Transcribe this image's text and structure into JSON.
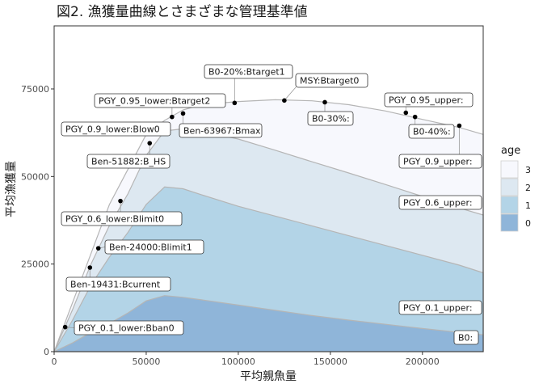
{
  "chart_data": {
    "type": "area",
    "title": "図2. 漁獲量曲線とさまざまな管理基準値",
    "xlabel": "平均親魚量",
    "ylabel": "平均漁獲量",
    "xlim": [
      0,
      233000
    ],
    "ylim": [
      0,
      93000
    ],
    "x_ticks": [
      0,
      50000,
      100000,
      150000,
      200000
    ],
    "y_ticks": [
      0,
      25000,
      50000,
      75000
    ],
    "grid": false,
    "legend": {
      "title": "age",
      "position": "right",
      "entries": [
        {
          "label": "3",
          "color": "#f7f8fd"
        },
        {
          "label": "2",
          "color": "#dde8f1"
        },
        {
          "label": "1",
          "color": "#b3d4e7"
        },
        {
          "label": "0",
          "color": "#8fb5d9"
        }
      ]
    },
    "x": [
      0,
      10000,
      20000,
      30000,
      40000,
      50000,
      60000,
      70000,
      80000,
      100000,
      120000,
      140000,
      160000,
      180000,
      200000,
      220000,
      233000
    ],
    "series": [
      {
        "name": "0",
        "color": "#8fb5d9",
        "values": [
          0,
          2500,
          5500,
          8000,
          11000,
          14500,
          16000,
          15500,
          14800,
          13300,
          11800,
          10300,
          9000,
          7800,
          6600,
          5500,
          4800
        ]
      },
      {
        "name": "1",
        "color": "#b3d4e7",
        "values": [
          0,
          9000,
          19000,
          27000,
          34000,
          42000,
          47000,
          46500,
          44800,
          41500,
          38700,
          35900,
          33100,
          30300,
          27500,
          24700,
          22500
        ]
      },
      {
        "name": "2",
        "color": "#dde8f1",
        "values": [
          0,
          12000,
          25000,
          36000,
          45000,
          56000,
          63000,
          63600,
          63000,
          60700,
          57500,
          54200,
          51000,
          47700,
          44300,
          41000,
          39000
        ]
      },
      {
        "name": "3",
        "color": "#f7f8fd",
        "values": [
          0,
          14000,
          28000,
          42000,
          52000,
          62000,
          66000,
          69000,
          70500,
          71400,
          71900,
          71600,
          70500,
          68700,
          66300,
          64000,
          62000
        ]
      }
    ],
    "points": [
      {
        "label": "PGY_0.1_lower:Bban0",
        "x": 6000,
        "y": 7000
      },
      {
        "label": "Ben-19431:Bcurrent",
        "x": 19431,
        "y": 24000
      },
      {
        "label": "Ben-24000:Blimit1",
        "x": 24000,
        "y": 29500
      },
      {
        "label": "PGY_0.6_lower:Blimit0",
        "x": 36000,
        "y": 43000
      },
      {
        "label": "Ben-51882:B_HS",
        "x": 51882,
        "y": 59500
      },
      {
        "label": "PGY_0.9_lower:Blow0",
        "x": 59000,
        "y": 64500
      },
      {
        "label": "PGY_0.95_lower:Btarget2",
        "x": 64000,
        "y": 67000
      },
      {
        "label": "Ben-63967:Bmax",
        "x": 70000,
        "y": 68000
      },
      {
        "label": "B0-20%:Btarget1",
        "x": 98000,
        "y": 71000
      },
      {
        "label": "MSY:Btarget0",
        "x": 125000,
        "y": 71700
      },
      {
        "label": "B0-30%:",
        "x": 147000,
        "y": 71200
      },
      {
        "label": "PGY_0.95_upper:",
        "x": 191000,
        "y": 68200
      },
      {
        "label": "B0-40%:",
        "x": 196000,
        "y": 67000
      },
      {
        "label": "PGY_0.9_upper:",
        "x": 220000,
        "y": 64500
      }
    ],
    "annotations": [
      {
        "label": "PGY_0.6_upper:",
        "x": 233000,
        "y": 43500
      },
      {
        "label": "PGY_0.1_upper:",
        "x": 233000,
        "y": 12500
      },
      {
        "label": "B0:",
        "x": 233000,
        "y": 4500
      }
    ]
  }
}
